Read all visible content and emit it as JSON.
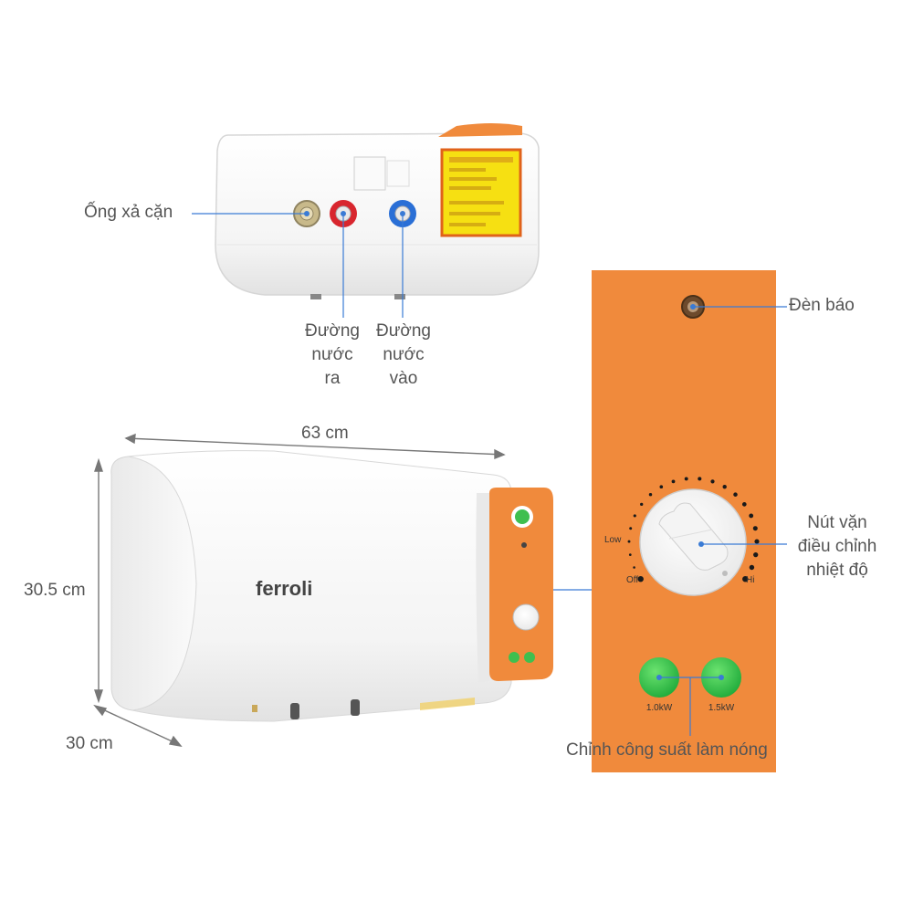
{
  "brand": "ferroli",
  "labels": {
    "drain_pipe": "Ống xả cặn",
    "water_out": [
      "Đường",
      "nước",
      "ra"
    ],
    "water_in": [
      "Đường",
      "nước",
      "vào"
    ],
    "indicator_light": "Đèn báo",
    "knob": [
      "Nút vặn",
      "điều chỉnh",
      "nhiệt độ"
    ],
    "power_adjust": "Chỉnh công suất làm nóng"
  },
  "dimensions": {
    "width": "63 cm",
    "height": "30.5 cm",
    "depth": "30 cm"
  },
  "panel": {
    "low": "Low",
    "off": "Off",
    "hi": "Hi",
    "button_1": "1.0kW",
    "button_2": "1.5kW"
  },
  "colors": {
    "orange": "#f08a3c",
    "green": "#2ec24a",
    "pipe_red": "#d8262e",
    "pipe_blue": "#2a6fd6",
    "leader_line": "#3a7bd5"
  }
}
